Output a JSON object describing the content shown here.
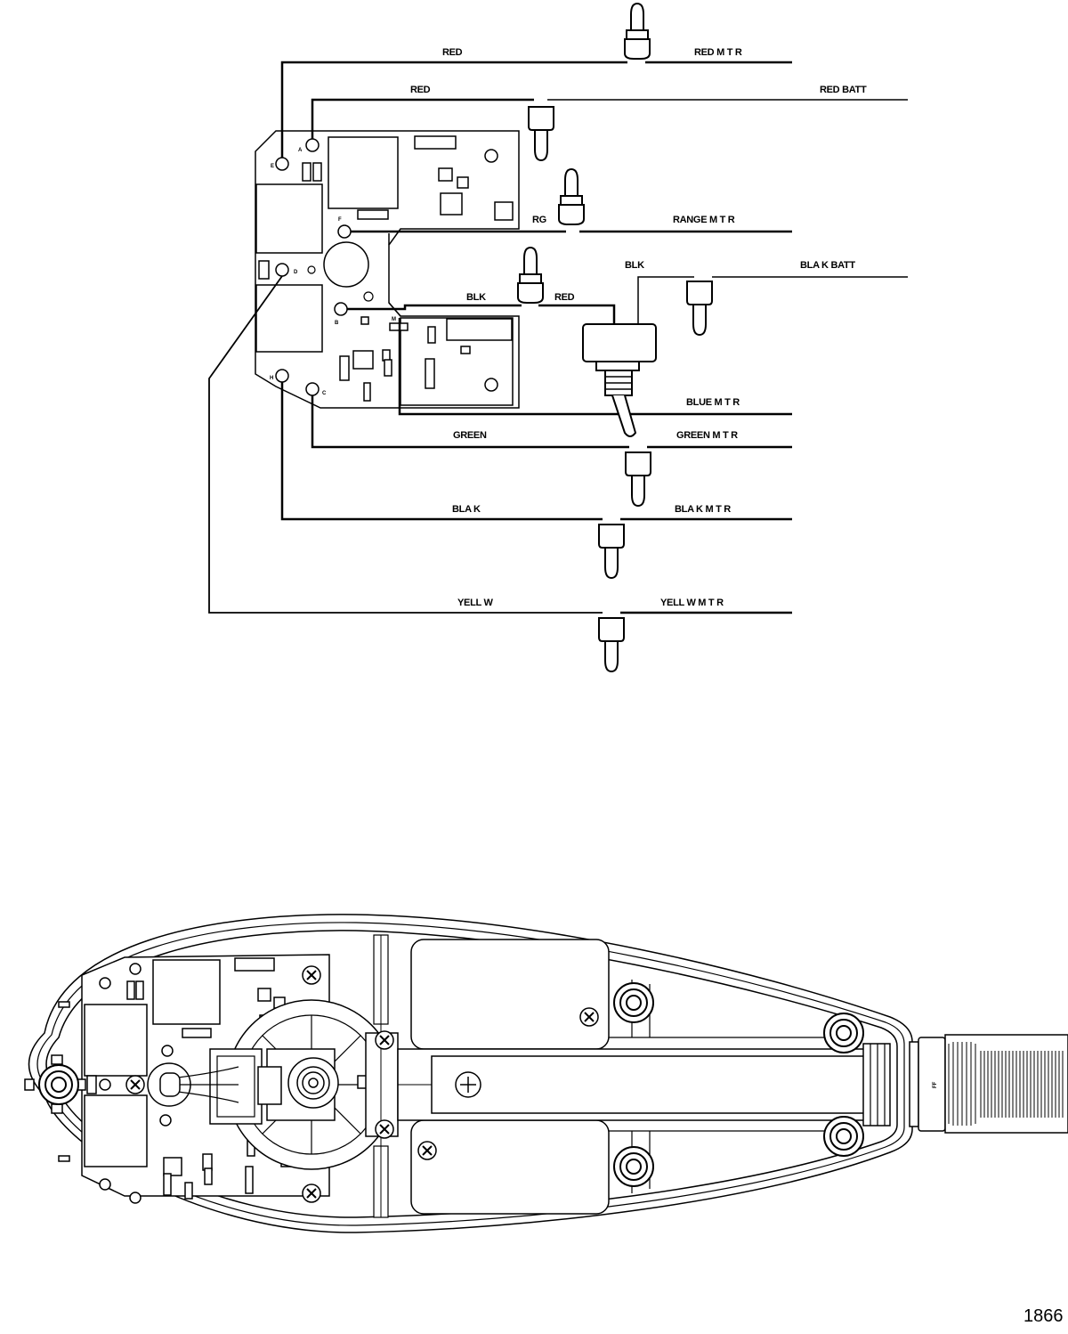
{
  "wire_labels": {
    "red_top": "RED",
    "red_motor": "RED M  T  R",
    "red_second": "RED",
    "red_batt": "RED BATT",
    "range_rg": "RG",
    "range_motor": "RANGE M  T  R",
    "blk_upper": "BLK",
    "black_batt": "BLA  K BATT",
    "blk_mid": "BLK",
    "red_mid": "RED",
    "blue_motor": "BLUE M  T  R",
    "green": "GREEN",
    "green_motor": "GREEN M  T  R",
    "black": "BLA  K",
    "black_motor": "BLA  K M  T  R",
    "yellow": "YELL  W",
    "yellow_motor": "YELL  W M  T  R"
  },
  "terminal_labels": {
    "e": "E",
    "a": "A",
    "f": "F",
    "d": "D",
    "b": "B",
    "m": "M",
    "h": "H",
    "c": "C"
  },
  "head_labels": {
    "tube": "FF"
  },
  "figure_number": "1866"
}
